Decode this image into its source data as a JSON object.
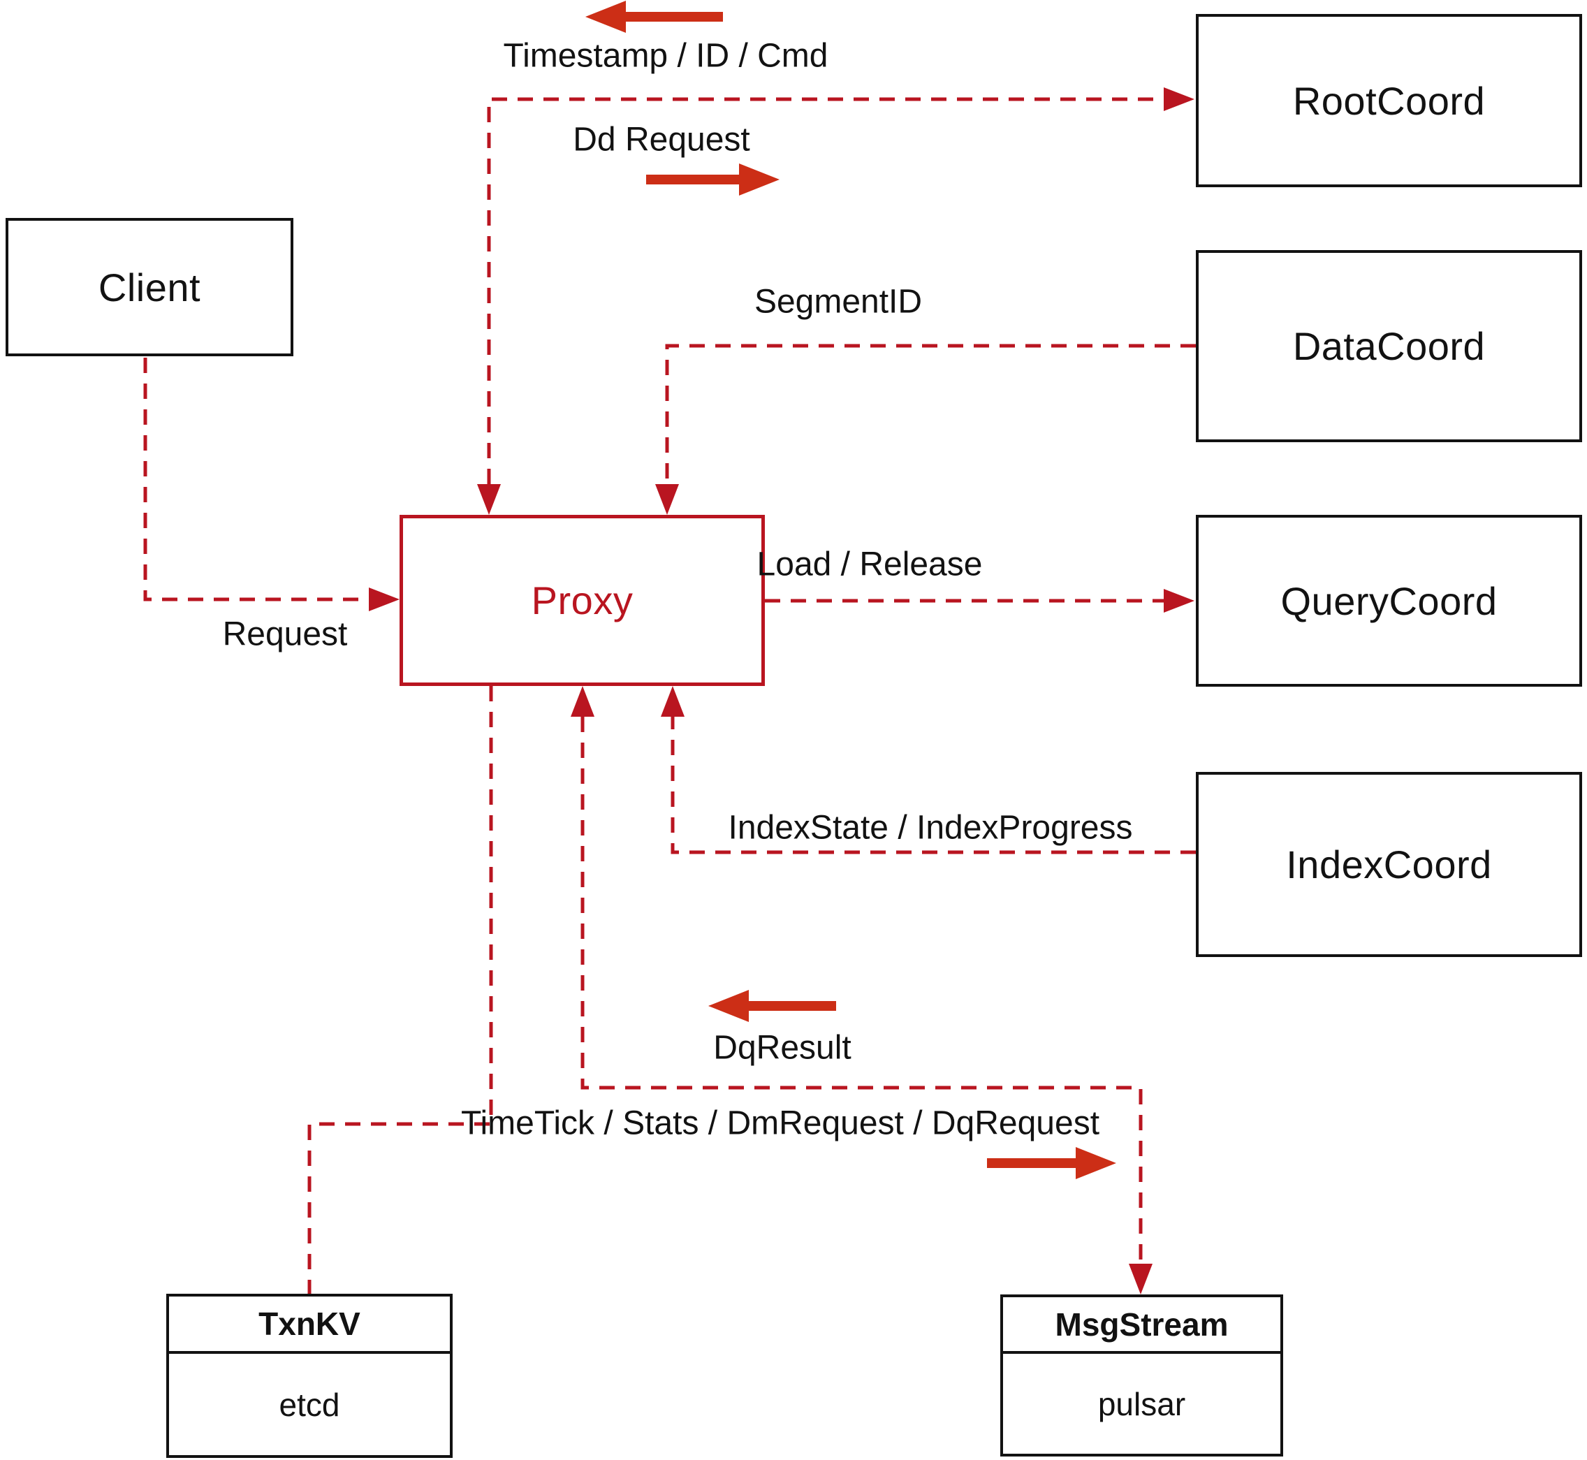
{
  "nodes": {
    "client": {
      "label": "Client"
    },
    "rootcoord": {
      "label": "RootCoord"
    },
    "datacoord": {
      "label": "DataCoord"
    },
    "querycoord": {
      "label": "QueryCoord"
    },
    "indexcoord": {
      "label": "IndexCoord"
    },
    "proxy": {
      "label": "Proxy"
    },
    "txnkv": {
      "title": "TxnKV",
      "impl": "etcd"
    },
    "msgstream": {
      "title": "MsgStream",
      "impl": "pulsar"
    }
  },
  "labels": {
    "timestamp_id_cmd": "Timestamp / ID / Cmd",
    "dd_request": "Dd Request",
    "segment_id": "SegmentID",
    "request": "Request",
    "load_release": "Load / Release",
    "index_state": "IndexState / IndexProgress",
    "dq_result": "DqResult",
    "timetick": "TimeTick / Stats / DmRequest / DqRequest"
  },
  "edges": [
    {
      "from": "Client",
      "to": "Proxy",
      "label": "Request",
      "style": "dashed",
      "bidirectional": false
    },
    {
      "from": "Proxy",
      "to": "RootCoord",
      "label": "Dd Request",
      "reverse_label": "Timestamp / ID / Cmd",
      "style": "dashed",
      "bidirectional": true
    },
    {
      "from": "DataCoord",
      "to": "Proxy",
      "label": "SegmentID",
      "style": "dashed",
      "bidirectional": false
    },
    {
      "from": "Proxy",
      "to": "QueryCoord",
      "label": "Load / Release",
      "style": "dashed",
      "bidirectional": false
    },
    {
      "from": "IndexCoord",
      "to": "Proxy",
      "label": "IndexState / IndexProgress",
      "style": "dashed",
      "bidirectional": false
    },
    {
      "from": "Proxy",
      "to": "MsgStream",
      "label": "TimeTick / Stats / DmRequest / DqRequest",
      "reverse_label": "DqResult",
      "style": "dashed",
      "bidirectional": true
    },
    {
      "from": "Proxy",
      "to": "TxnKV",
      "label": "",
      "style": "dashed",
      "bidirectional": false
    }
  ],
  "colors": {
    "dashed_line": "#b91520",
    "proxy_accent": "#b91520",
    "direction_arrow": "#cc2e16",
    "box_border": "#121212",
    "background": "#ffffff"
  }
}
